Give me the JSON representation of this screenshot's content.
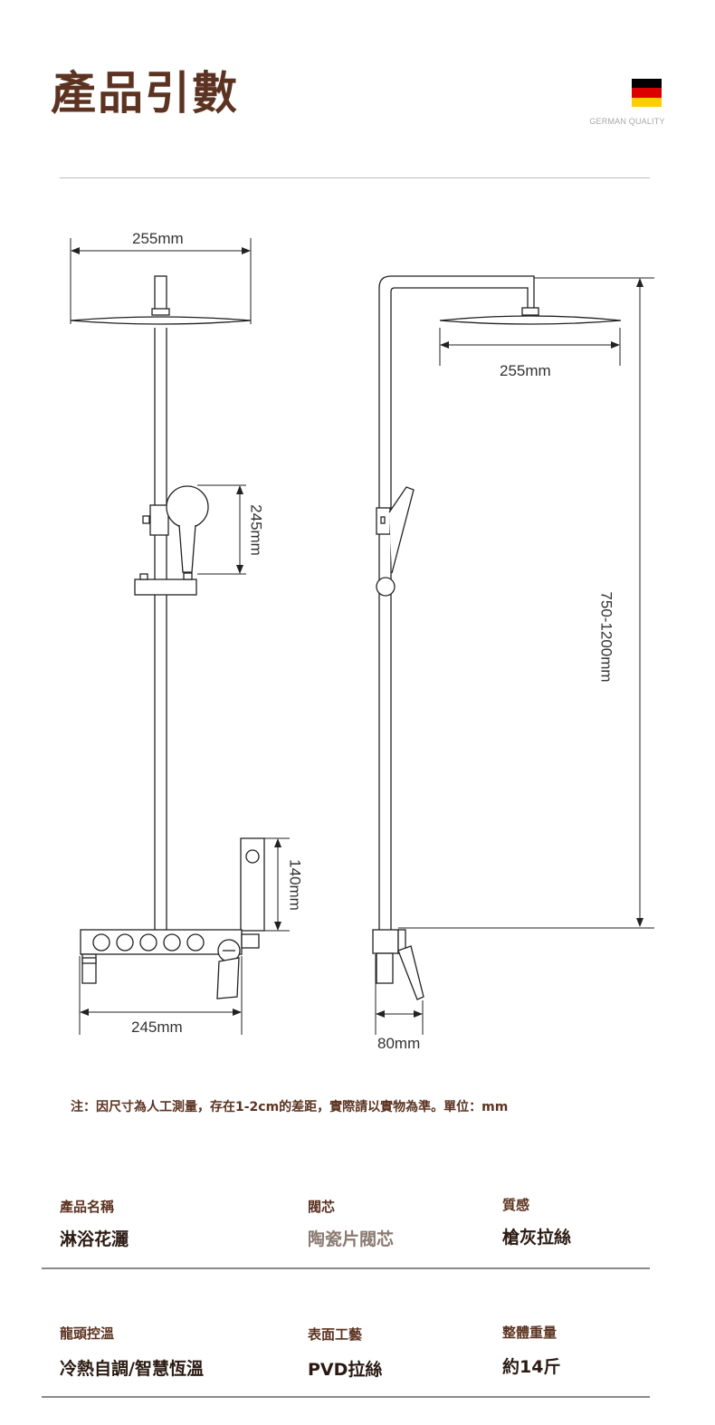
{
  "header": {
    "title": "產品引數",
    "quality_label": "GERMAN QUALITY",
    "flag_colors": [
      "#000000",
      "#dd0000",
      "#ffce00"
    ]
  },
  "diagram": {
    "front_view": {
      "head_width": "255mm",
      "handset_height": "245mm",
      "hand_shower_height": "140mm",
      "mixer_width": "245mm"
    },
    "side_view": {
      "head_width": "255mm",
      "height_range": "750-1200mm",
      "mixer_depth": "80mm"
    }
  },
  "note": "注：因尺寸為人工測量，存在1-2cm的差距，實際請以實物為準。單位：mm",
  "specs": {
    "row1": [
      {
        "label": "產品名稱",
        "value": "淋浴花灑"
      },
      {
        "label": "閥芯",
        "value": "陶瓷片閥芯"
      },
      {
        "label": "質感",
        "value": "槍灰拉絲"
      }
    ],
    "row2": [
      {
        "label": "龍頭控溫",
        "value": "冷熱自調/智慧恆溫"
      },
      {
        "label": "表面工藝",
        "value": "PVD拉絲"
      },
      {
        "label": "整體重量",
        "value": "約14斤"
      }
    ]
  }
}
